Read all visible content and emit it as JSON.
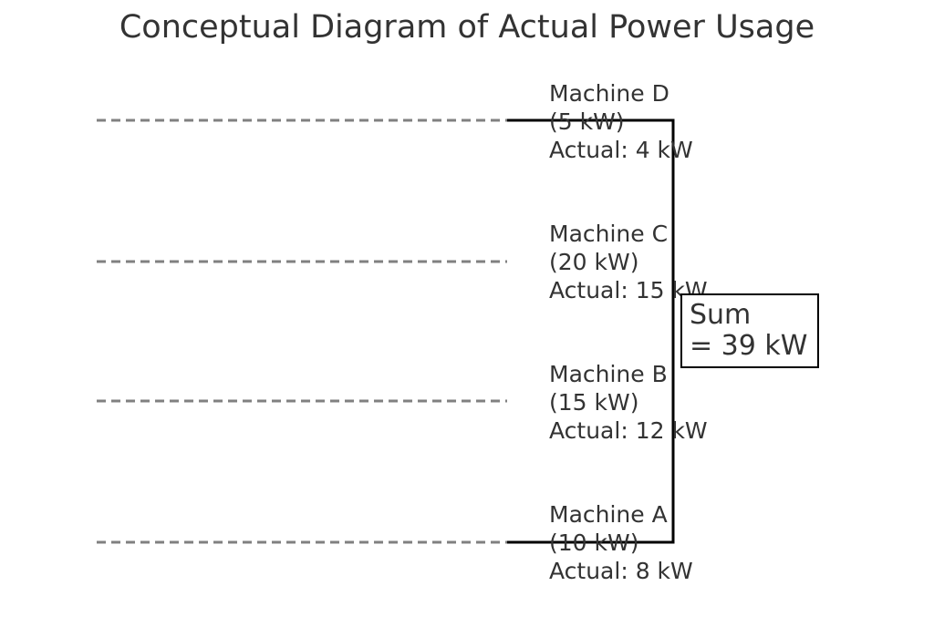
{
  "title": "Conceptual Diagram of Actual Power Usage",
  "machines": [
    {
      "name": "Machine D",
      "capacity": "(5 kW)",
      "actual": "Actual: 4 kW"
    },
    {
      "name": "Machine C",
      "capacity": "(20 kW)",
      "actual": "Actual: 15 kW"
    },
    {
      "name": "Machine B",
      "capacity": "(15 kW)",
      "actual": "Actual: 12 kW"
    },
    {
      "name": "Machine A",
      "capacity": "(10 kW)",
      "actual": "Actual: 8 kW"
    }
  ],
  "sum": {
    "line1": "Sum",
    "line2": "= 39 kW"
  },
  "colors": {
    "dashed_line": "#808080",
    "bus_line": "#000000",
    "text": "#333333"
  }
}
